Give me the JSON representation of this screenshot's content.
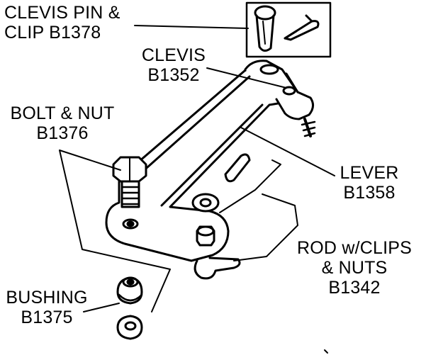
{
  "labels": {
    "clevis_pin_clip": {
      "line1": "CLEVIS PIN &",
      "line2": "CLIP  B1378"
    },
    "clevis": {
      "line1": "CLEVIS",
      "line2": "B1352"
    },
    "bolt_nut": {
      "line1": "BOLT & NUT",
      "line2": "B1376"
    },
    "lever": {
      "line1": "LEVER",
      "line2": "B1358"
    },
    "rod_clips_nuts": {
      "line1": "ROD w/CLIPS",
      "line2": "& NUTS",
      "line3": "B1342"
    },
    "bushing": {
      "line1": "BUSHING",
      "line2": "B1375"
    }
  },
  "colors": {
    "ink": "#000000",
    "paper": "#ffffff"
  }
}
